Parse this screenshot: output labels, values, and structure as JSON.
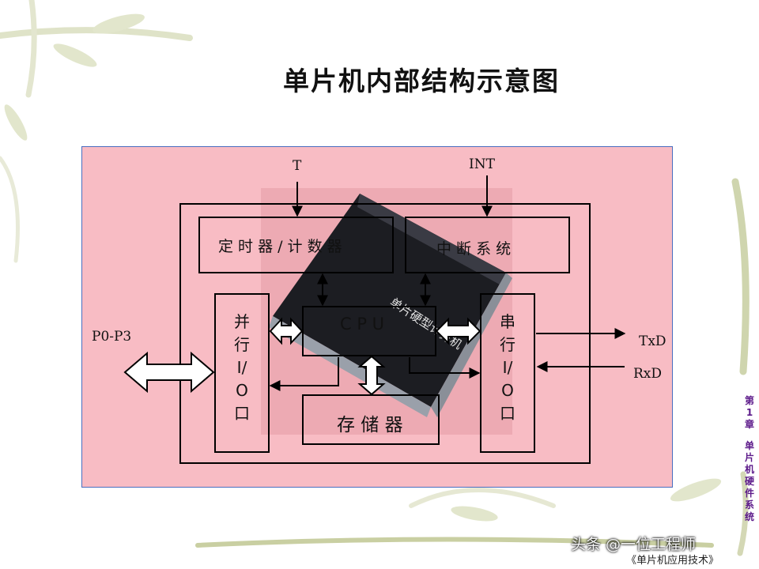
{
  "title": "单片机内部结构示意图",
  "inputs": {
    "timer_input": "T",
    "interrupt_input": "INT"
  },
  "blocks": {
    "timer_counter": "定 时 器 / 计 数 器",
    "interrupt_system": "中 断 系  统",
    "cpu": "C P U",
    "memory": "存 储  器",
    "parallel_io": [
      "并",
      "行",
      "I/",
      "O",
      "口"
    ],
    "serial_io": [
      "串",
      "行",
      "I/",
      "O",
      "口"
    ]
  },
  "ports": {
    "parallel_port": "P0-P3",
    "serial_tx": "TxD",
    "serial_rx": "RxD"
  },
  "chip_photo_text": "单片硬型计算机",
  "sidebar": {
    "chapter": [
      "第",
      "1",
      "章"
    ],
    "topic": [
      "单",
      "片",
      "机",
      "硬",
      "件",
      "系",
      "统"
    ]
  },
  "watermark": {
    "author": "头条 @一位工程师",
    "book": "《单片机应用技术》"
  },
  "colors": {
    "panel": "#f8bcc4",
    "panel_border": "#4a6fc0",
    "sidebar_text": "#5c1a8a"
  }
}
